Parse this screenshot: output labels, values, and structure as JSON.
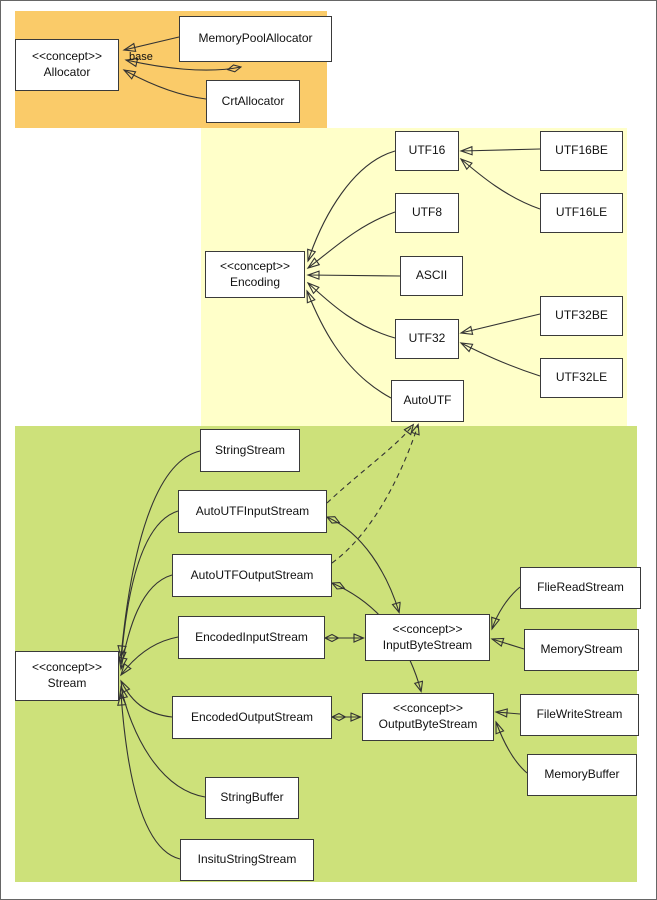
{
  "diagram": {
    "nodes": {
      "allocator": "<<concept>>\nAllocator",
      "memoryPoolAllocator": "MemoryPoolAllocator",
      "crtAllocator": "CrtAllocator",
      "encoding": "<<concept>>\nEncoding",
      "utf16": "UTF16",
      "utf8": "UTF8",
      "ascii": "ASCII",
      "utf32": "UTF32",
      "autoUTF": "AutoUTF",
      "utf16be": "UTF16BE",
      "utf16le": "UTF16LE",
      "utf32be": "UTF32BE",
      "utf32le": "UTF32LE",
      "stream": "<<concept>>\nStream",
      "stringStream": "StringStream",
      "autoUTFInputStream": "AutoUTFInputStream",
      "autoUTFOutputStream": "AutoUTFOutputStream",
      "encodedInputStream": "EncodedInputStream",
      "encodedOutputStream": "EncodedOutputStream",
      "stringBuffer": "StringBuffer",
      "insituStringStream": "InsituStringStream",
      "inputByteStream": "<<concept>>\nInputByteStream",
      "outputByteStream": "<<concept>>\nOutputByteStream",
      "flieReadStream": "FlieReadStream",
      "memoryStream": "MemoryStream",
      "fileWriteStream": "FileWriteStream",
      "memoryBuffer": "MemoryBuffer"
    },
    "edge_labels": {
      "base": "base"
    },
    "colors": {
      "allocator_region": "#FACB69",
      "encoding_region": "#FFFFC9",
      "stream_region": "#CDE17A",
      "node_fill": "#FFFFFF",
      "line": "#333333"
    },
    "edges": [
      {
        "from": "memoryPoolAllocator",
        "to": "allocator",
        "type": "generalization"
      },
      {
        "from": "memoryPoolAllocator",
        "to": "allocator",
        "type": "aggregation",
        "label": "base"
      },
      {
        "from": "crtAllocator",
        "to": "allocator",
        "type": "generalization"
      },
      {
        "from": "utf16",
        "to": "encoding",
        "type": "generalization"
      },
      {
        "from": "utf8",
        "to": "encoding",
        "type": "generalization"
      },
      {
        "from": "ascii",
        "to": "encoding",
        "type": "generalization"
      },
      {
        "from": "utf32",
        "to": "encoding",
        "type": "generalization"
      },
      {
        "from": "autoUTF",
        "to": "encoding",
        "type": "generalization"
      },
      {
        "from": "utf16be",
        "to": "utf16",
        "type": "generalization"
      },
      {
        "from": "utf16le",
        "to": "utf16",
        "type": "generalization"
      },
      {
        "from": "utf32be",
        "to": "utf32",
        "type": "generalization"
      },
      {
        "from": "utf32le",
        "to": "utf32",
        "type": "generalization"
      },
      {
        "from": "stringStream",
        "to": "stream",
        "type": "generalization"
      },
      {
        "from": "autoUTFInputStream",
        "to": "stream",
        "type": "generalization"
      },
      {
        "from": "autoUTFOutputStream",
        "to": "stream",
        "type": "generalization"
      },
      {
        "from": "encodedInputStream",
        "to": "stream",
        "type": "generalization"
      },
      {
        "from": "encodedOutputStream",
        "to": "stream",
        "type": "generalization"
      },
      {
        "from": "stringBuffer",
        "to": "stream",
        "type": "generalization"
      },
      {
        "from": "insituStringStream",
        "to": "stream",
        "type": "generalization"
      },
      {
        "from": "autoUTFInputStream",
        "to": "autoUTF",
        "type": "dependency-dashed"
      },
      {
        "from": "autoUTFOutputStream",
        "to": "autoUTF",
        "type": "dependency-dashed"
      },
      {
        "from": "autoUTFInputStream",
        "to": "inputByteStream",
        "type": "aggregation-arrow"
      },
      {
        "from": "autoUTFOutputStream",
        "to": "outputByteStream",
        "type": "aggregation-arrow"
      },
      {
        "from": "encodedInputStream",
        "to": "inputByteStream",
        "type": "aggregation-arrow"
      },
      {
        "from": "encodedOutputStream",
        "to": "outputByteStream",
        "type": "aggregation-arrow"
      },
      {
        "from": "flieReadStream",
        "to": "inputByteStream",
        "type": "generalization"
      },
      {
        "from": "memoryStream",
        "to": "inputByteStream",
        "type": "generalization"
      },
      {
        "from": "fileWriteStream",
        "to": "outputByteStream",
        "type": "generalization"
      },
      {
        "from": "memoryBuffer",
        "to": "outputByteStream",
        "type": "generalization"
      }
    ]
  }
}
